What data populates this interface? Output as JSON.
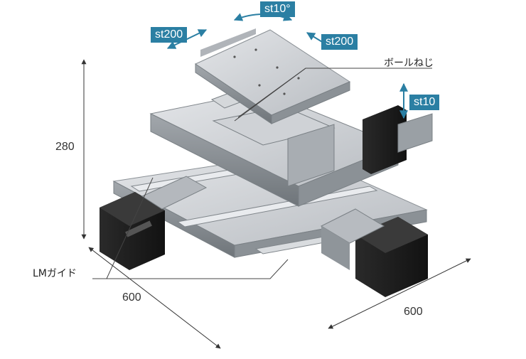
{
  "stroke_tags": {
    "rotation": "st10°",
    "x_stroke_left": "st200",
    "y_stroke_right": "st200",
    "z_stroke": "st10"
  },
  "callouts": {
    "ball_screw": "ボールねじ",
    "lm_guide": "LMガイド"
  },
  "dimensions": {
    "height": "280",
    "width_left": "600",
    "width_right": "600"
  },
  "colors": {
    "tag_background": "#2b7fa3",
    "tag_text": "#ffffff",
    "motor": "#1c1c1c",
    "steel_light": "#c9ccd0",
    "steel_mid": "#9ea3a8",
    "steel_dark": "#6d7378"
  }
}
